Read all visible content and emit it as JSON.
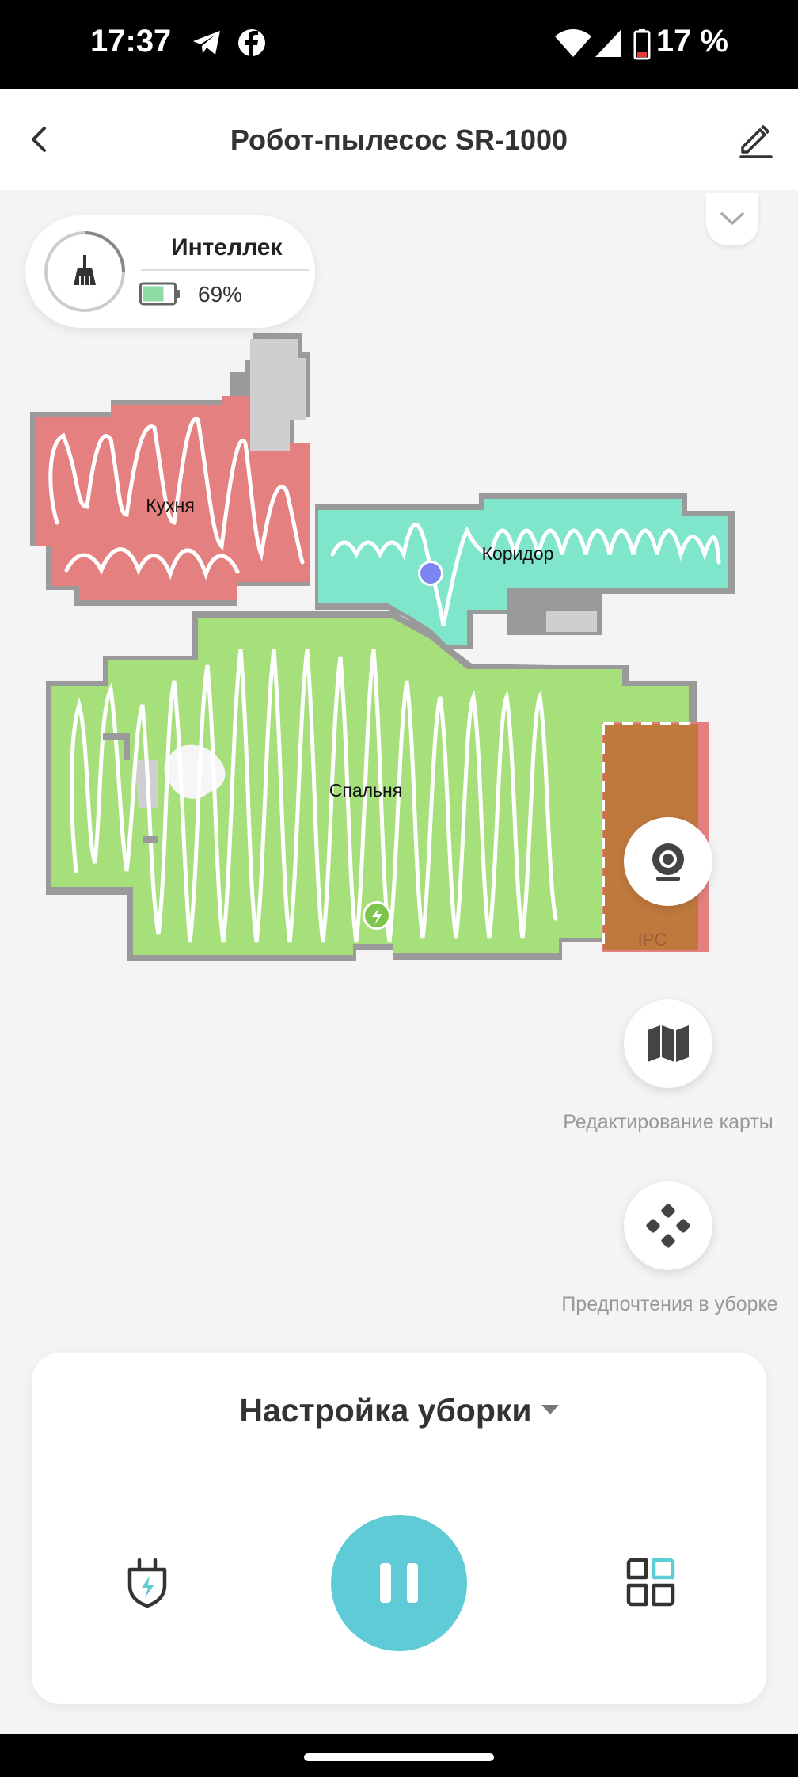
{
  "status_bar": {
    "time": "17:37",
    "battery_percent": "17 %",
    "icons": [
      "telegram-icon",
      "facebook-icon",
      "wifi-icon",
      "signal-icon",
      "battery-low-icon"
    ]
  },
  "app_bar": {
    "title": "Робот-пылесос SR-1000",
    "back_icon": "chevron-left-icon",
    "edit_icon": "pencil-icon"
  },
  "robot_status": {
    "mode": "Интеллек",
    "battery": "69%",
    "battery_level": 0.69,
    "mode_icon": "broom-icon"
  },
  "map": {
    "rooms": [
      "Кухня",
      "Коридор",
      "Спальня"
    ],
    "no_go_zone_label": "IPC",
    "colors": {
      "kitchen": "#e58080",
      "corridor": "#7fe6cc",
      "bedroom": "#a5e07a",
      "no_go": "#c0793d",
      "walls": "#9a9a9a",
      "robot": "#7b86f0",
      "dock": "#7cc44a"
    }
  },
  "side_actions": {
    "camera_label": "IPC",
    "map_edit_label": "Редактирование карты",
    "preferences_label": "Предпочтения в уборке"
  },
  "bottom_panel": {
    "settings_label": "Настройка уборки",
    "state": "paused-control",
    "accent": "#5ecbd7"
  }
}
